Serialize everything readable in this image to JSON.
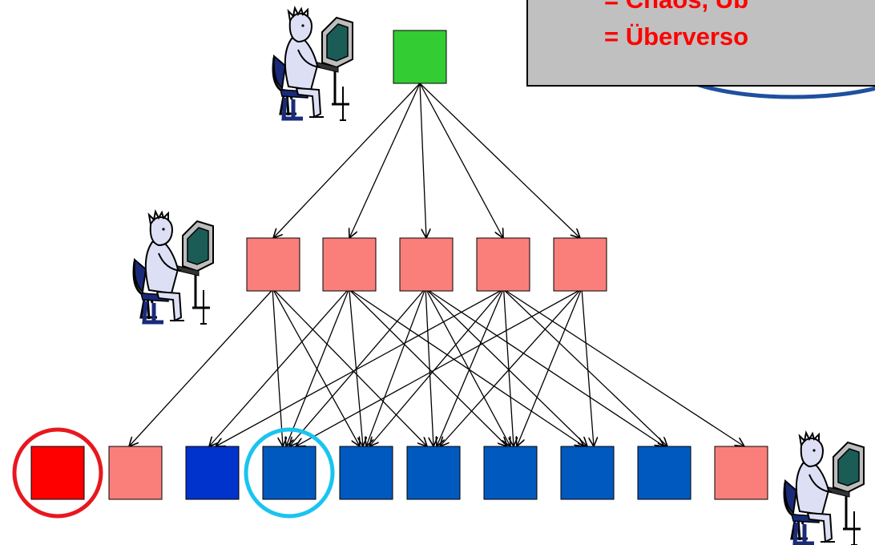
{
  "callout": {
    "line1": "= Chaos, Üb",
    "line2": "= Überverso"
  },
  "colors": {
    "root": "#33cc33",
    "middle": "#fa7f7a",
    "bottom_pink": "#fa7f7a",
    "bottom_blue": "#0059bf",
    "bottom_dark_blue": "#0033cc",
    "bottom_red": "#ff0000",
    "ring_red": "#e8171f",
    "ring_cyan": "#19c4f0",
    "ring_navy": "#1f4f9f",
    "callout_bg": "#c0c0c0",
    "callout_text": "#ff0000"
  },
  "icons": {
    "person_at_computer": "person-at-computer-icon"
  },
  "diagram": {
    "root": {
      "color": "root"
    },
    "middle": [
      {
        "color": "middle"
      },
      {
        "color": "middle"
      },
      {
        "color": "middle"
      },
      {
        "color": "middle"
      },
      {
        "color": "middle"
      }
    ],
    "bottom": [
      {
        "color": "bottom_red",
        "ring": "ring_red"
      },
      {
        "color": "bottom_pink"
      },
      {
        "color": "bottom_dark_blue"
      },
      {
        "color": "bottom_blue",
        "ring": "ring_cyan"
      },
      {
        "color": "bottom_blue"
      },
      {
        "color": "bottom_blue"
      },
      {
        "color": "bottom_blue"
      },
      {
        "color": "bottom_blue"
      },
      {
        "color": "bottom_blue"
      },
      {
        "color": "bottom_pink"
      }
    ],
    "edges_root_to_middle": [
      0,
      1,
      2,
      3,
      4
    ],
    "edges_middle_to_bottom": [
      [
        1,
        3,
        4,
        5
      ],
      [
        2,
        3,
        4,
        6,
        7
      ],
      [
        3,
        4,
        5,
        6,
        7,
        8
      ],
      [
        2,
        4,
        5,
        6,
        8,
        9
      ],
      [
        3,
        5,
        6,
        7
      ]
    ]
  }
}
